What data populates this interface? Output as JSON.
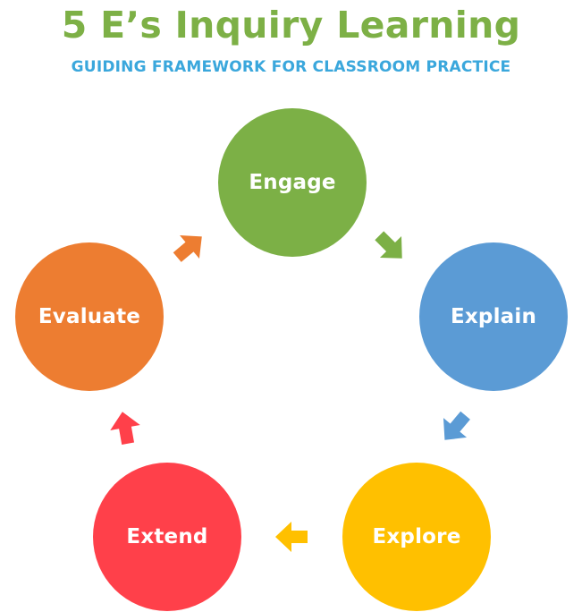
{
  "header": {
    "title": "5 E’s Inquiry Learning",
    "subtitle": "GUIDING FRAMEWORK FOR CLASSROOM PRACTICE"
  },
  "cycle": {
    "nodes": [
      {
        "label": "Engage",
        "color": "#7cb046"
      },
      {
        "label": "Explain",
        "color": "#5b9bd5"
      },
      {
        "label": "Explore",
        "color": "#ffc000"
      },
      {
        "label": "Extend",
        "color": "#ff404a"
      },
      {
        "label": "Evaluate",
        "color": "#ed7d31"
      }
    ],
    "arrows": [
      {
        "from": "Engage",
        "to": "Explain",
        "color": "#7cb046",
        "icon": "arrow-down-right-icon"
      },
      {
        "from": "Explain",
        "to": "Explore",
        "color": "#5b9bd5",
        "icon": "arrow-down-left-icon"
      },
      {
        "from": "Explore",
        "to": "Extend",
        "color": "#ffc000",
        "icon": "arrow-left-icon"
      },
      {
        "from": "Extend",
        "to": "Evaluate",
        "color": "#ff404a",
        "icon": "arrow-up-icon"
      },
      {
        "from": "Evaluate",
        "to": "Engage",
        "color": "#ed7d31",
        "icon": "arrow-up-right-icon"
      }
    ]
  }
}
